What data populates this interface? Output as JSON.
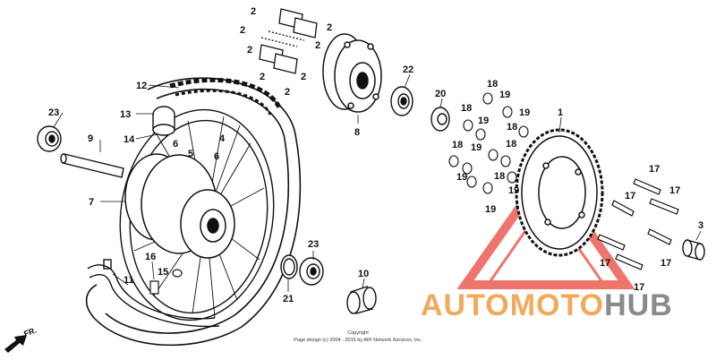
{
  "callouts": [
    {
      "id": "c2a",
      "label": "2"
    },
    {
      "id": "c2b",
      "label": "2"
    },
    {
      "id": "c2c",
      "label": "2"
    },
    {
      "id": "c2d",
      "label": "2"
    },
    {
      "id": "c2e",
      "label": "2"
    },
    {
      "id": "c2f",
      "label": "2"
    },
    {
      "id": "c2g",
      "label": "2"
    },
    {
      "id": "c2h",
      "label": "2"
    },
    {
      "id": "c12",
      "label": "12"
    },
    {
      "id": "c23a",
      "label": "23"
    },
    {
      "id": "c13",
      "label": "13"
    },
    {
      "id": "c9",
      "label": "9"
    },
    {
      "id": "c14",
      "label": "14"
    },
    {
      "id": "c6a",
      "label": "6"
    },
    {
      "id": "c4",
      "label": "4"
    },
    {
      "id": "c5",
      "label": "5"
    },
    {
      "id": "c6b",
      "label": "6"
    },
    {
      "id": "c7",
      "label": "7"
    },
    {
      "id": "c8",
      "label": "8"
    },
    {
      "id": "c22",
      "label": "22"
    },
    {
      "id": "c20",
      "label": "20"
    },
    {
      "id": "c1",
      "label": "1"
    },
    {
      "id": "c18a",
      "label": "18"
    },
    {
      "id": "c19a",
      "label": "19"
    },
    {
      "id": "c18b",
      "label": "18"
    },
    {
      "id": "c19b",
      "label": "19"
    },
    {
      "id": "c19c",
      "label": "19"
    },
    {
      "id": "c18c",
      "label": "18"
    },
    {
      "id": "c19d",
      "label": "19"
    },
    {
      "id": "c18d",
      "label": "18"
    },
    {
      "id": "c18e",
      "label": "18"
    },
    {
      "id": "c19e",
      "label": "19"
    },
    {
      "id": "c18f",
      "label": "18"
    },
    {
      "id": "c19f",
      "label": "19"
    },
    {
      "id": "c19g",
      "label": "19"
    },
    {
      "id": "c17a",
      "label": "17"
    },
    {
      "id": "c17b",
      "label": "17"
    },
    {
      "id": "c17c",
      "label": "17"
    },
    {
      "id": "c17d",
      "label": "17"
    },
    {
      "id": "c17e",
      "label": "17"
    },
    {
      "id": "c17f",
      "label": "17"
    },
    {
      "id": "c3",
      "label": "3"
    },
    {
      "id": "c16",
      "label": "16"
    },
    {
      "id": "c15",
      "label": "15"
    },
    {
      "id": "c11",
      "label": "11"
    },
    {
      "id": "c23b",
      "label": "23"
    },
    {
      "id": "c21",
      "label": "21"
    },
    {
      "id": "c10",
      "label": "10"
    }
  ],
  "direction_label": "FR.",
  "copyright": {
    "line1": "Copyright",
    "line2": "Page design (c) 2004 - 2016 by ARI Network Services, Inc."
  },
  "watermark": {
    "part1": "AUTOMOTO",
    "part2": "HUB",
    "color_orange": "#f3a95a",
    "color_red": "#e8473c",
    "color_gray": "#8a8a8a"
  },
  "colors": {
    "ink": "#111111",
    "paper": "#ffffff"
  }
}
